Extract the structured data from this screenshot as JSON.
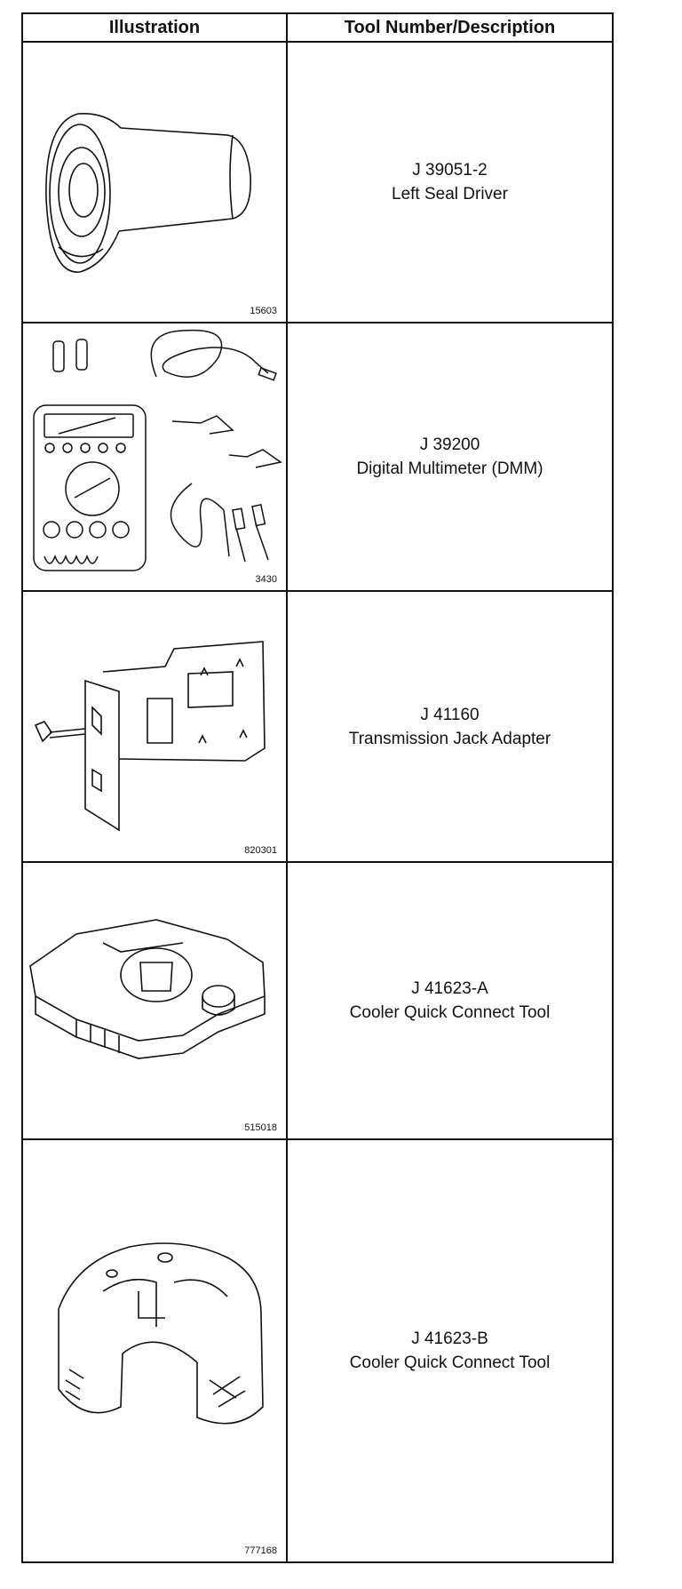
{
  "header": {
    "illustration": "Illustration",
    "tool": "Tool Number/Description"
  },
  "rows": [
    {
      "number": "J 39051-2",
      "description": "Left Seal Driver",
      "figure": "15603",
      "icon": "seal-driver"
    },
    {
      "number": "J 39200",
      "description": "Digital Multimeter (DMM)",
      "figure": "3430",
      "icon": "multimeter"
    },
    {
      "number": "J 41160",
      "description": "Transmission Jack Adapter",
      "figure": "820301",
      "icon": "jack-adapter"
    },
    {
      "number": "J 41623-A",
      "description": "Cooler Quick Connect Tool",
      "figure": "515018",
      "icon": "quick-connect-tool-a"
    },
    {
      "number": "J 41623-B",
      "description": "Cooler Quick Connect Tool",
      "figure": "777168",
      "icon": "quick-connect-tool-b"
    }
  ]
}
